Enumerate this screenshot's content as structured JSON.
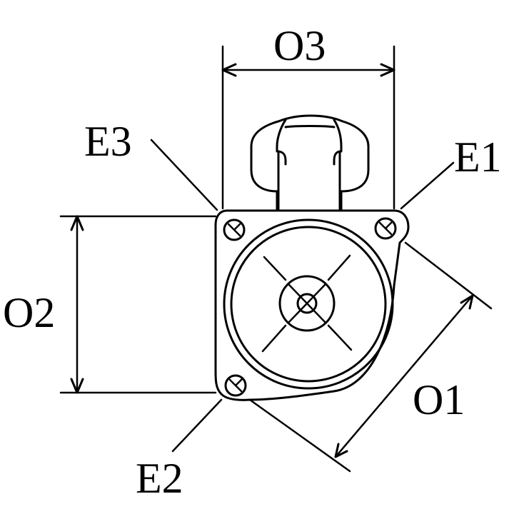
{
  "labels": {
    "o1": "O1",
    "o2": "O2",
    "o3": "O3",
    "e1": "E1",
    "e2": "E2",
    "e3": "E3"
  }
}
